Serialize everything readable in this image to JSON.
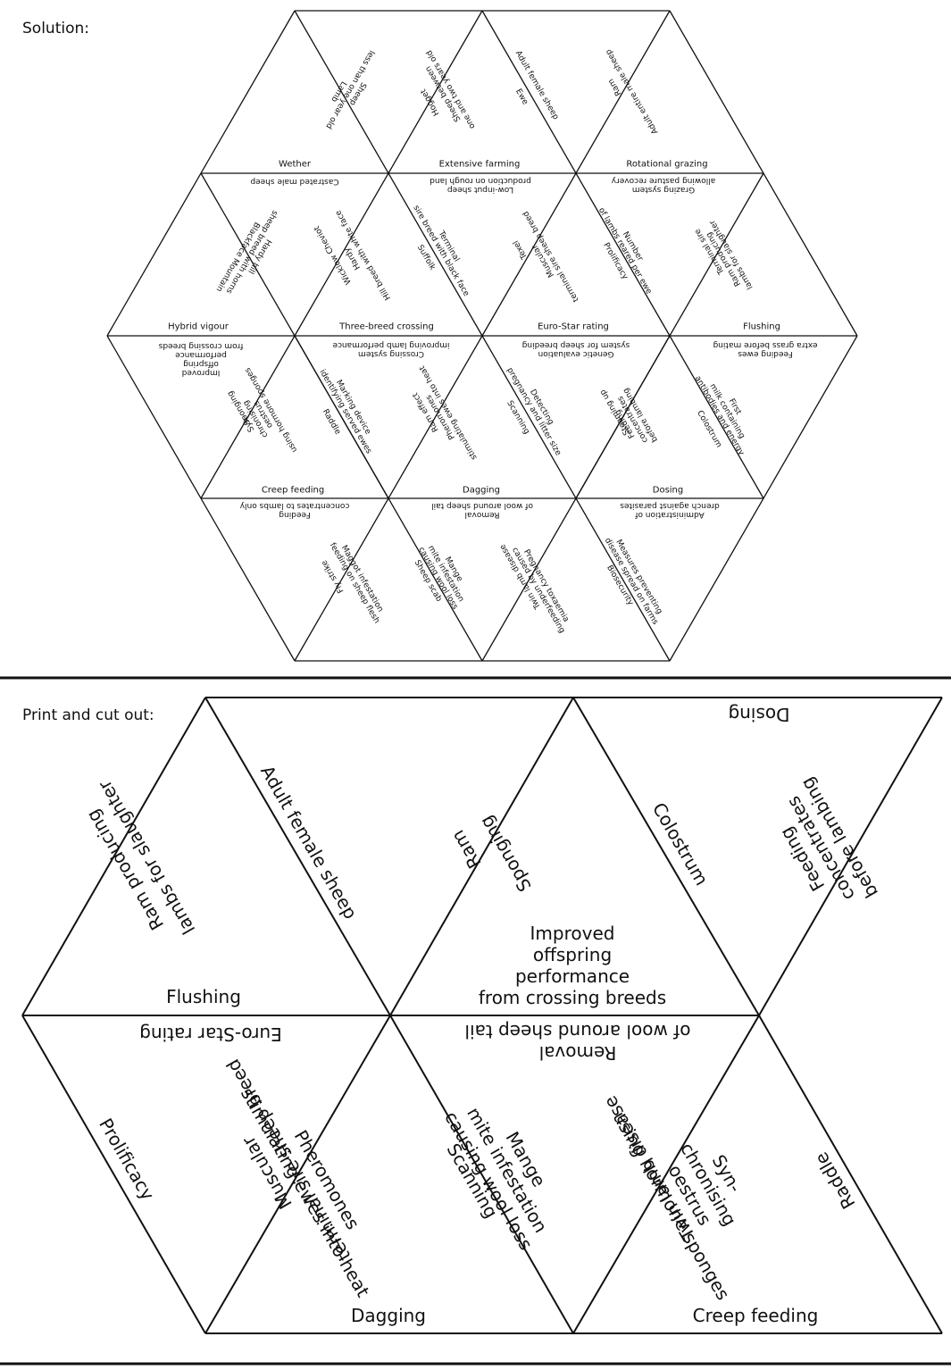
{
  "solution_heading": "Solution:",
  "cutout_heading": "Print and cut out:",
  "solution": {
    "wether": "Wether",
    "extensive_farming": "Extensive farming",
    "rotational_grazing": "Rotational grazing",
    "sheep_def": [
      "Sheep",
      "less than one year old"
    ],
    "lamb": "Lamb",
    "sheep_between": [
      "Sheep between",
      "one and two years old"
    ],
    "hogget": "Hogget",
    "adult_female": "Adult female sheep",
    "ewe": "Ewe",
    "adult_entire": "Adult entire male sheep",
    "ram": "Ram",
    "castrated": "Castrated male sheep",
    "low_input": [
      "Low-input sheep",
      "production on rough land"
    ],
    "grazing_system": [
      "Grazing system",
      "allowing pasture recovery"
    ],
    "hardy_hill_horns": [
      "Hardy hill",
      "sheep breed with horns"
    ],
    "blackface": "Blackface Mountain",
    "hill_breed_white": [
      "Hill breed with white face"
    ],
    "hardy": "Hardy",
    "wicklow": "Wicklow Cheviot",
    "terminal_black": [
      "Terminal",
      "sire breed with black face"
    ],
    "suffolk": "Suffolk",
    "muscular_small": [
      "Muscular",
      "terminal sire sheep breed"
    ],
    "texel": "Texel",
    "number_lambs": [
      "Number",
      "of lambs reared per ewe"
    ],
    "prolificacy": "Prolificacy",
    "ram_producing_small": [
      "Ram producing",
      "lambs for slaughter"
    ],
    "terminal_sire": "Terminal sire",
    "hybrid_vigour": "Hybrid vigour",
    "three_breed": "Three-breed crossing",
    "euro_star": "Euro-Star rating",
    "flushing": "Flushing",
    "improved_small": [
      "Improved",
      "offspring",
      "performance",
      "from crossing breeds"
    ],
    "crossing_system": [
      "Crossing system",
      "improving lamb performance"
    ],
    "genetic_eval": [
      "Genetic evaluation",
      "system for sheep breeding"
    ],
    "feeding_ewes": [
      "Feeding ewes",
      "extra grass before mating"
    ],
    "sync_small": [
      "Syn-",
      "chronising",
      "oestrus",
      "using hormone sponges"
    ],
    "sponging": "Sponging",
    "marking_device": [
      "Marking device",
      "identifying served ewes"
    ],
    "raddle": "Raddle",
    "pheromones_small": [
      "Pheromones",
      "stimulating ewes into heat"
    ],
    "ram_effect": "Ram effect",
    "detecting": [
      "Detecting",
      "pregnancy and litter size"
    ],
    "scanning": "Scanning",
    "feeding_conc_small": [
      "Feeding",
      "concentrates",
      "before lambing"
    ],
    "steaming_up": "Steaming up",
    "first_milk": [
      "First",
      "milk containing",
      "antibodies and energy"
    ],
    "colostrum": "Colostrum",
    "creep_feeding": "Creep feeding",
    "dagging": "Dagging",
    "dosing": "Dosing",
    "feeding_lambs": [
      "Feeding",
      "concentrates to lambs only"
    ],
    "removal_small": [
      "Removal",
      "of wool around sheep tail"
    ],
    "administration": [
      "Administration of",
      "drench against parasites"
    ],
    "maggot": [
      "Maggot infestation",
      "feeding on sheep flesh"
    ],
    "fly_strike": "Fly strike",
    "mange_small": [
      "Mange",
      "mite infestation",
      "causing wool loss"
    ],
    "sheep_scab": "Sheep scab",
    "pregnancy_tox": [
      "Pregnancy toxaemia",
      "caused by underfeeding"
    ],
    "twin_lamb_small": "Twin lamb disease",
    "measures": [
      "Measures preventing",
      "disease spread on farms"
    ],
    "biosecurity": "Biosecurity"
  },
  "cutout": {
    "ram_producing": [
      "Ram producing",
      "lambs for slaughter"
    ],
    "flushing": "Flushing",
    "adult_female": "Adult female sheep",
    "ram": "Ram",
    "sponging": "Sponging",
    "improved": [
      "Improved",
      "offspring",
      "performance",
      "from crossing breeds"
    ],
    "colostrum": "Colostrum",
    "dosing": "Dosing",
    "feeding_conc": [
      "Feeding",
      "concentrates",
      "before lambing"
    ],
    "euro_star": "Euro-Star rating",
    "prolificacy": "Prolificacy",
    "muscular": [
      "Muscular",
      "terminal sire sheep breed"
    ],
    "pheromones": [
      "Pheromones",
      "stimulating ewes into heat"
    ],
    "dagging": "Dagging",
    "removal": [
      "Removal",
      "of wool around sheep tail"
    ],
    "mange": [
      "Mange",
      "mite infestation",
      "causing wool loss"
    ],
    "scanning": "Scanning",
    "twin_lamb": "Twin lamb disease",
    "sync": [
      "Syn-",
      "chronising",
      "oestrus",
      "using hormone sponges"
    ],
    "raddle": "Raddle",
    "creep_feeding": "Creep feeding"
  }
}
